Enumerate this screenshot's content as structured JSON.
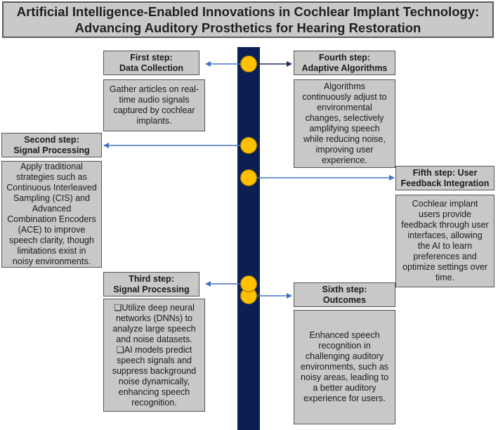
{
  "title": {
    "line1": "Artificial Intelligence-Enabled Innovations in Cochlear Implant Technology:",
    "line2": "Advancing Auditory Prosthetics for Hearing Restoration"
  },
  "steps": [
    {
      "step": "First step:",
      "name": "Data Collection",
      "description": "Gather articles on real-time audio signals captured by cochlear implants."
    },
    {
      "step": "Second step:",
      "name": "Signal Processing",
      "description": "Apply traditional strategies such as Continuous Interleaved Sampling (CIS) and Advanced Combination Encoders (ACE) to improve speech clarity, though limitations exist in noisy environments."
    },
    {
      "step": "Third step:",
      "name": "Signal Processing",
      "bullets": [
        "❏Utilize deep neural networks (DNNs) to analyze large speech and noise datasets.",
        "❏AI models predict speech signals and suppress background noise dynamically, enhancing speech recognition."
      ]
    },
    {
      "step": "Fourth step:",
      "name": "Adaptive Algorithms",
      "description": "Algorithms continuously adjust to environmental changes, selectively amplifying speech while reducing noise, improving user experience."
    },
    {
      "step": "Fifth step: User",
      "name": "Feedback Integration",
      "description": "Cochlear implant users provide feedback through user interfaces, allowing the AI to learn preferences and optimize settings over time."
    },
    {
      "step": "Sixth step:",
      "name": "Outcomes",
      "description": "Enhanced speech recognition in challenging auditory environments, such as noisy areas, leading to a better auditory experience for users."
    }
  ],
  "colors": {
    "timeline": "#0b1f55",
    "node": "#ffc000",
    "box": "#c8c8c8",
    "arrow": "#4472c4"
  }
}
